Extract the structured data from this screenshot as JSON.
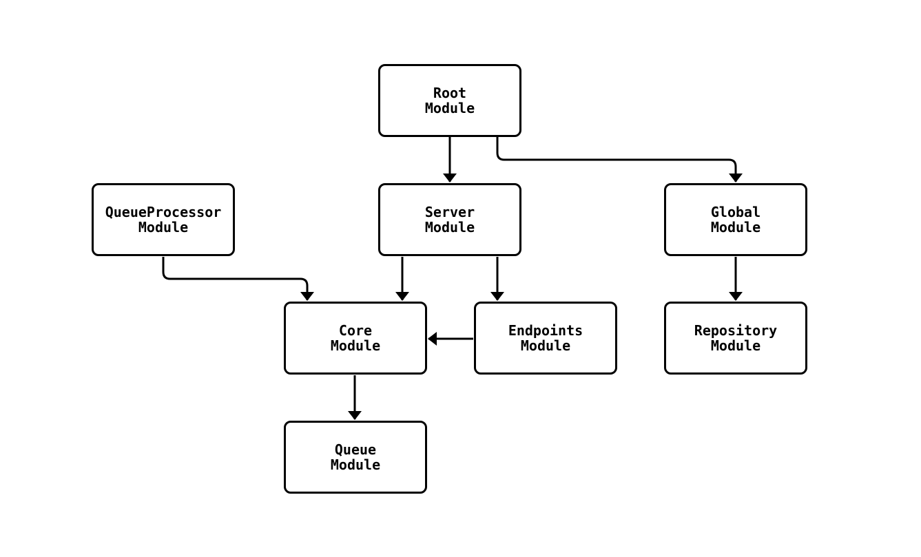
{
  "diagram": {
    "type": "flowchart",
    "background_color": "#ffffff",
    "node_fill_color": "#ffffff",
    "node_stroke_color": "#000000",
    "edge_color": "#000000",
    "nodes": [
      {
        "id": "root",
        "label": "Root\nModule"
      },
      {
        "id": "queueprocessor",
        "label": "QueueProcessor\nModule"
      },
      {
        "id": "server",
        "label": "Server\nModule"
      },
      {
        "id": "global",
        "label": "Global\nModule"
      },
      {
        "id": "core",
        "label": "Core\nModule"
      },
      {
        "id": "endpoints",
        "label": "Endpoints\nModule"
      },
      {
        "id": "repository",
        "label": "Repository\nModule"
      },
      {
        "id": "queue",
        "label": "Queue\nModule"
      }
    ],
    "edges": [
      {
        "from": "root",
        "to": "server"
      },
      {
        "from": "root",
        "to": "global"
      },
      {
        "from": "queueprocessor",
        "to": "core"
      },
      {
        "from": "server",
        "to": "core"
      },
      {
        "from": "server",
        "to": "endpoints"
      },
      {
        "from": "endpoints",
        "to": "core"
      },
      {
        "from": "global",
        "to": "repository"
      },
      {
        "from": "core",
        "to": "queue"
      }
    ]
  }
}
